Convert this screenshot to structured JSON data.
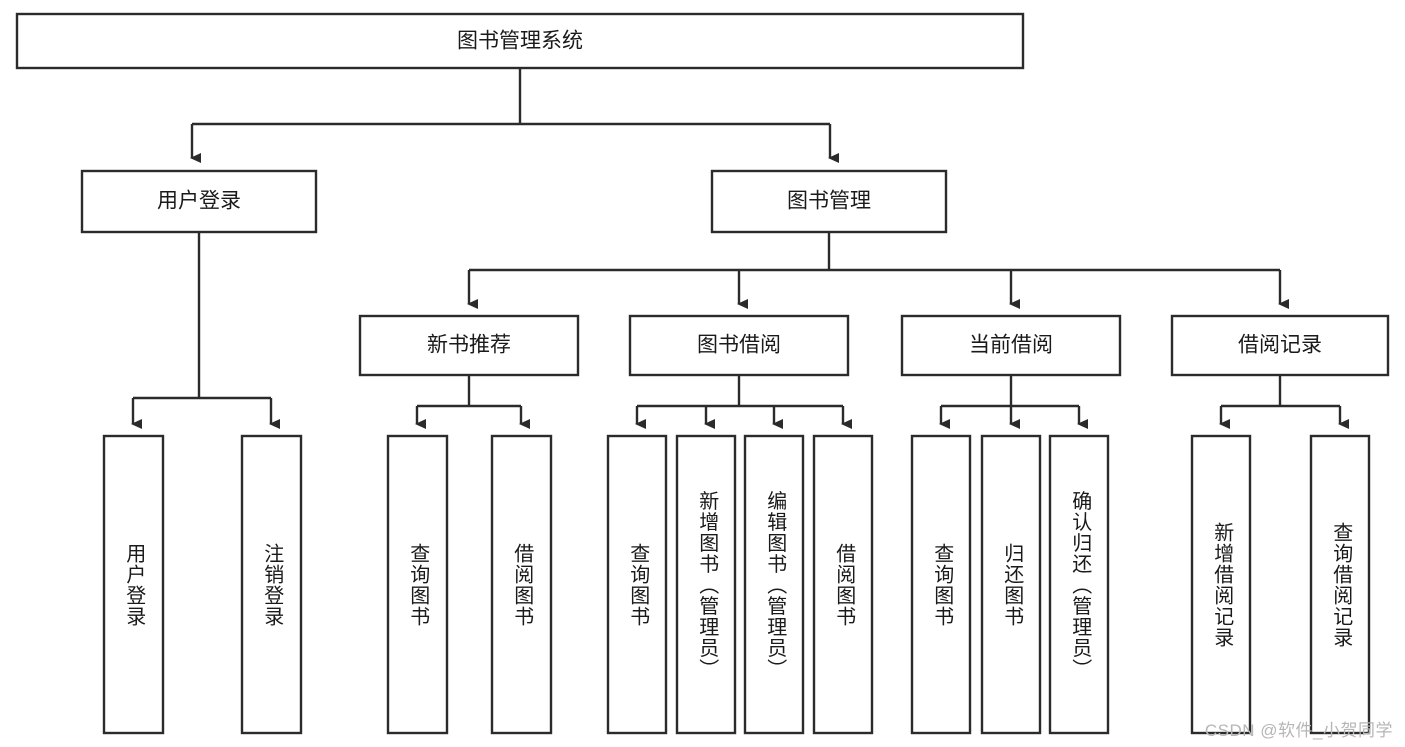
{
  "diagram": {
    "title": "图书管理系统",
    "type": "tree",
    "watermark": "CSDN @软件_小贺同学",
    "colors": {
      "stroke": "#2b2b2b",
      "fill": "#ffffff",
      "text": "#1a1a1a",
      "watermark": "#b6b6b6",
      "background": "#ffffff"
    },
    "levels": [
      {
        "level": 1,
        "nodes": [
          {
            "id": "root",
            "label": "图书管理系统",
            "orientation": "horizontal"
          }
        ]
      },
      {
        "level": 2,
        "nodes": [
          {
            "id": "login",
            "label": "用户登录",
            "orientation": "horizontal",
            "parent": "root"
          },
          {
            "id": "bookmgmt",
            "label": "图书管理",
            "orientation": "horizontal",
            "parent": "root"
          }
        ]
      },
      {
        "level": 3,
        "nodes": [
          {
            "id": "newbook",
            "label": "新书推荐",
            "orientation": "horizontal",
            "parent": "bookmgmt"
          },
          {
            "id": "borrow",
            "label": "图书借阅",
            "orientation": "horizontal",
            "parent": "bookmgmt"
          },
          {
            "id": "current",
            "label": "当前借阅",
            "orientation": "horizontal",
            "parent": "bookmgmt"
          },
          {
            "id": "records",
            "label": "借阅记录",
            "orientation": "horizontal",
            "parent": "bookmgmt"
          }
        ]
      },
      {
        "level": 4,
        "nodes": [
          {
            "id": "leaf-1",
            "label": "用户登录",
            "orientation": "vertical",
            "parent": "login"
          },
          {
            "id": "leaf-2",
            "label": "注销登录",
            "orientation": "vertical",
            "parent": "login"
          },
          {
            "id": "leaf-3",
            "label": "查询图书",
            "orientation": "vertical",
            "parent": "newbook"
          },
          {
            "id": "leaf-4",
            "label": "借阅图书",
            "orientation": "vertical",
            "parent": "newbook"
          },
          {
            "id": "leaf-5",
            "label": "查询图书",
            "orientation": "vertical",
            "parent": "borrow"
          },
          {
            "id": "leaf-6",
            "label": "新增图书（管理员）",
            "orientation": "vertical",
            "parent": "borrow"
          },
          {
            "id": "leaf-7",
            "label": "编辑图书（管理员）",
            "orientation": "vertical",
            "parent": "borrow"
          },
          {
            "id": "leaf-8",
            "label": "借阅图书",
            "orientation": "vertical",
            "parent": "borrow"
          },
          {
            "id": "leaf-9",
            "label": "查询图书",
            "orientation": "vertical",
            "parent": "current"
          },
          {
            "id": "leaf-10",
            "label": "归还图书",
            "orientation": "vertical",
            "parent": "current"
          },
          {
            "id": "leaf-11",
            "label": "确认归还（管理员）",
            "orientation": "vertical",
            "parent": "current"
          },
          {
            "id": "leaf-12",
            "label": "新增借阅记录",
            "orientation": "vertical",
            "parent": "records"
          },
          {
            "id": "leaf-13",
            "label": "查询借阅记录",
            "orientation": "vertical",
            "parent": "records"
          }
        ]
      }
    ]
  },
  "labels": {
    "root": "图书管理系统",
    "login": "用户登录",
    "bookmgmt": "图书管理",
    "newbook": "新书推荐",
    "borrow": "图书借阅",
    "current": "当前借阅",
    "records": "借阅记录",
    "leaf_1": "用户登录",
    "leaf_2": "注销登录",
    "leaf_3": "查询图书",
    "leaf_4": "借阅图书",
    "leaf_5": "查询图书",
    "leaf_6": "新增图书（管理员）",
    "leaf_7": "编辑图书（管理员）",
    "leaf_8": "借阅图书",
    "leaf_9": "查询图书",
    "leaf_10": "归还图书",
    "leaf_11": "确认归还（管理员）",
    "leaf_12": "新增借阅记录",
    "leaf_13": "查询借阅记录",
    "watermark": "CSDN @软件_小贺同学"
  }
}
